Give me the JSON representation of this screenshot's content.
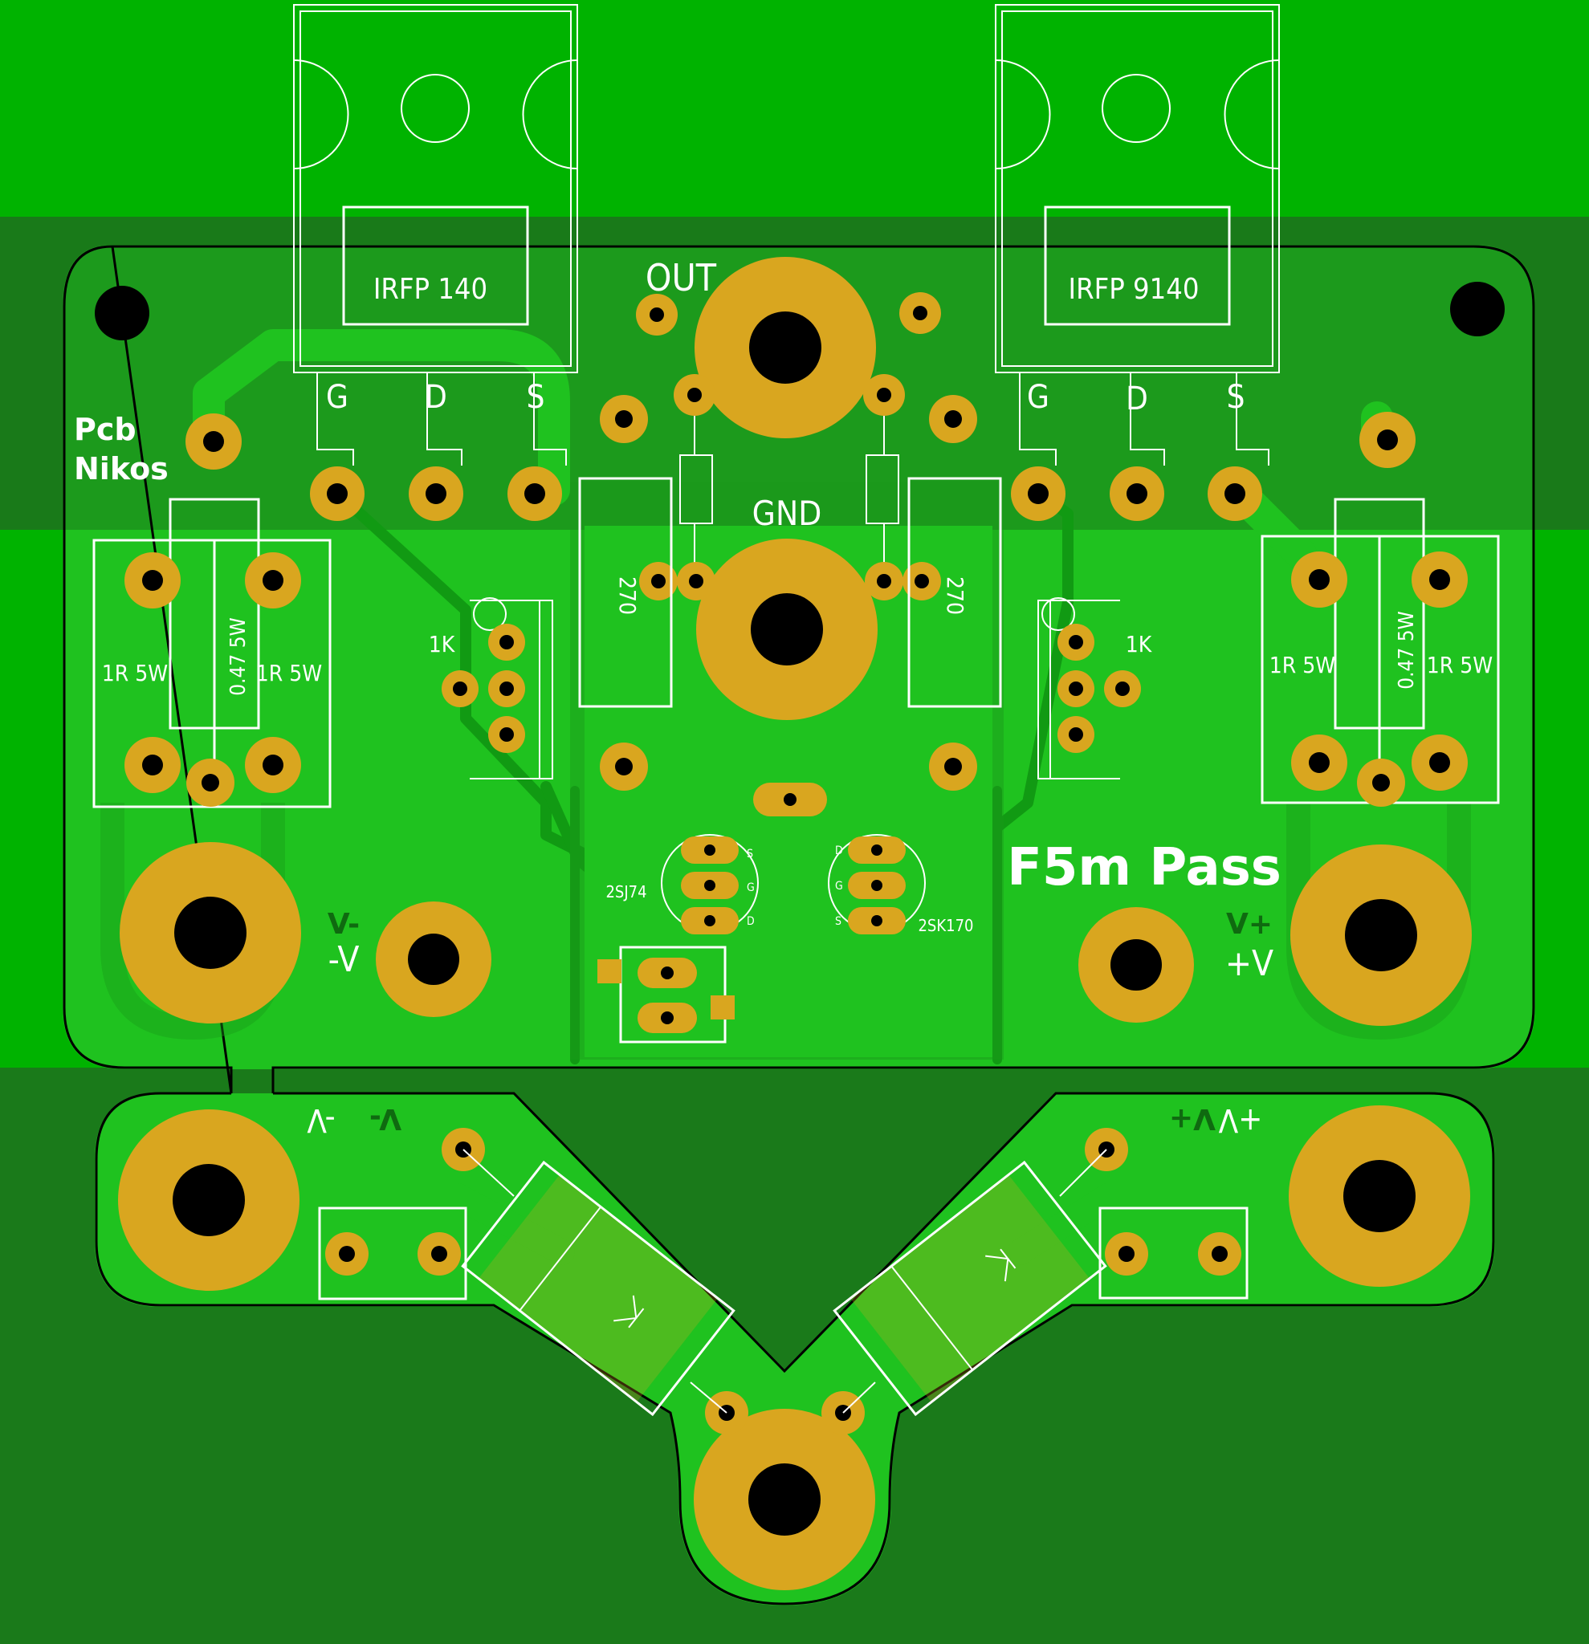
{
  "title_main": "F5m Pass",
  "credit_line1": "Pcb",
  "credit_line2": "Nikos",
  "terminals": {
    "out": "OUT",
    "gnd": "GND",
    "neg_v": "-V",
    "pos_v": "+V",
    "neg_v_mirror": "V-",
    "pos_v_mirror": "V+",
    "neg_v_lower": "-V",
    "pos_v_lower": "+V",
    "neg_v_lower_mirror": "V-",
    "pos_v_lower_mirror": "V+"
  },
  "mosfets": [
    {
      "part": "IRFP 140",
      "pins": [
        "G",
        "D",
        "S"
      ]
    },
    {
      "part": "IRFP 9140",
      "pins": [
        "G",
        "D",
        "S"
      ]
    }
  ],
  "resistors": {
    "left_1r_a": "1R 5W",
    "left_047": "0.47 5W",
    "left_1r_b": "1R 5W",
    "right_1r_a": "1R 5W",
    "right_047": "0.47 5W",
    "right_1r_b": "1R 5W",
    "left_270": "270",
    "right_270": "270",
    "left_trim": "1K",
    "right_trim": "1K"
  },
  "jfets": {
    "left": {
      "part": "2SJ74",
      "pins": [
        "S",
        "G",
        "D"
      ]
    },
    "right": {
      "part": "2SK170",
      "pins": [
        "D",
        "G",
        "S"
      ]
    }
  },
  "colors": {
    "board_light": "#1fc21f",
    "board_outer": "#00b300",
    "board_dark": "#1a7a1a",
    "copper": "#d9a61f",
    "silkscreen": "#ffffff"
  }
}
